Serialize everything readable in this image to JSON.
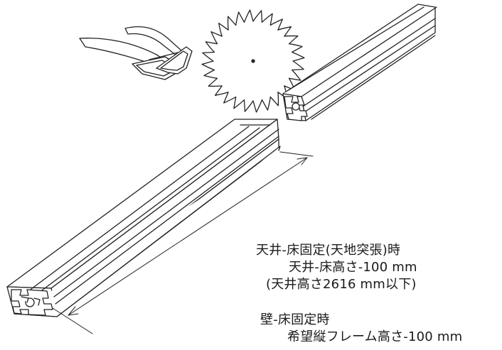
{
  "annotations": {
    "ceiling_floor_title": "天井-床固定(天地突張)時",
    "ceiling_floor_formula": "天井-床高さ-100 mm",
    "ceiling_floor_note": "(天井高さ2616 mm以下)",
    "wall_floor_title": "壁-床固定時",
    "wall_floor_formula": "希望縦フレーム高さ-100 mm"
  },
  "icons": [
    "safety-glasses-icon",
    "circular-saw-blade-icon",
    "aluminum-extrusion-profile"
  ]
}
